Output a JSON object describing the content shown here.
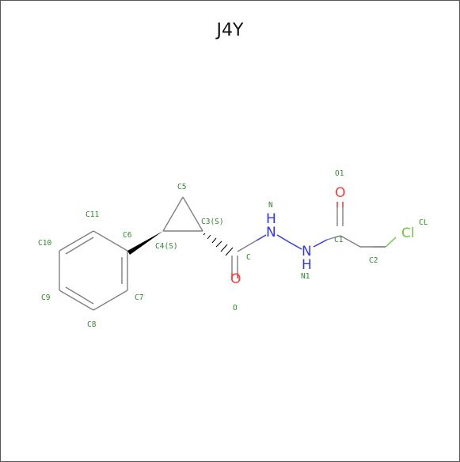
{
  "title": "J4Y",
  "colors": {
    "bond": "#808080",
    "carbon_label": "#2d8a2d",
    "oxygen": "#ff3b3b",
    "nitrogen": "#3333ff",
    "chlorine": "#66cc33",
    "wedge": "#000000"
  },
  "atoms": {
    "O_carbonyl": "O",
    "N_amide": "H",
    "N_amide_sym": "N",
    "N1_sym": "N",
    "N1_h": "H",
    "O1": "O",
    "Cl": "Cl"
  },
  "labels": {
    "C5": "C5",
    "C3": "C3(S)",
    "C4": "C4(S)",
    "C6": "C6",
    "C11": "C11",
    "C10": "C10",
    "C9": "C9",
    "C8": "C8",
    "C7": "C7",
    "C": "C",
    "O": "O",
    "N": "N",
    "N1": "N1",
    "C1": "C1",
    "O1": "O1",
    "C2": "C2",
    "CL": "CL"
  }
}
